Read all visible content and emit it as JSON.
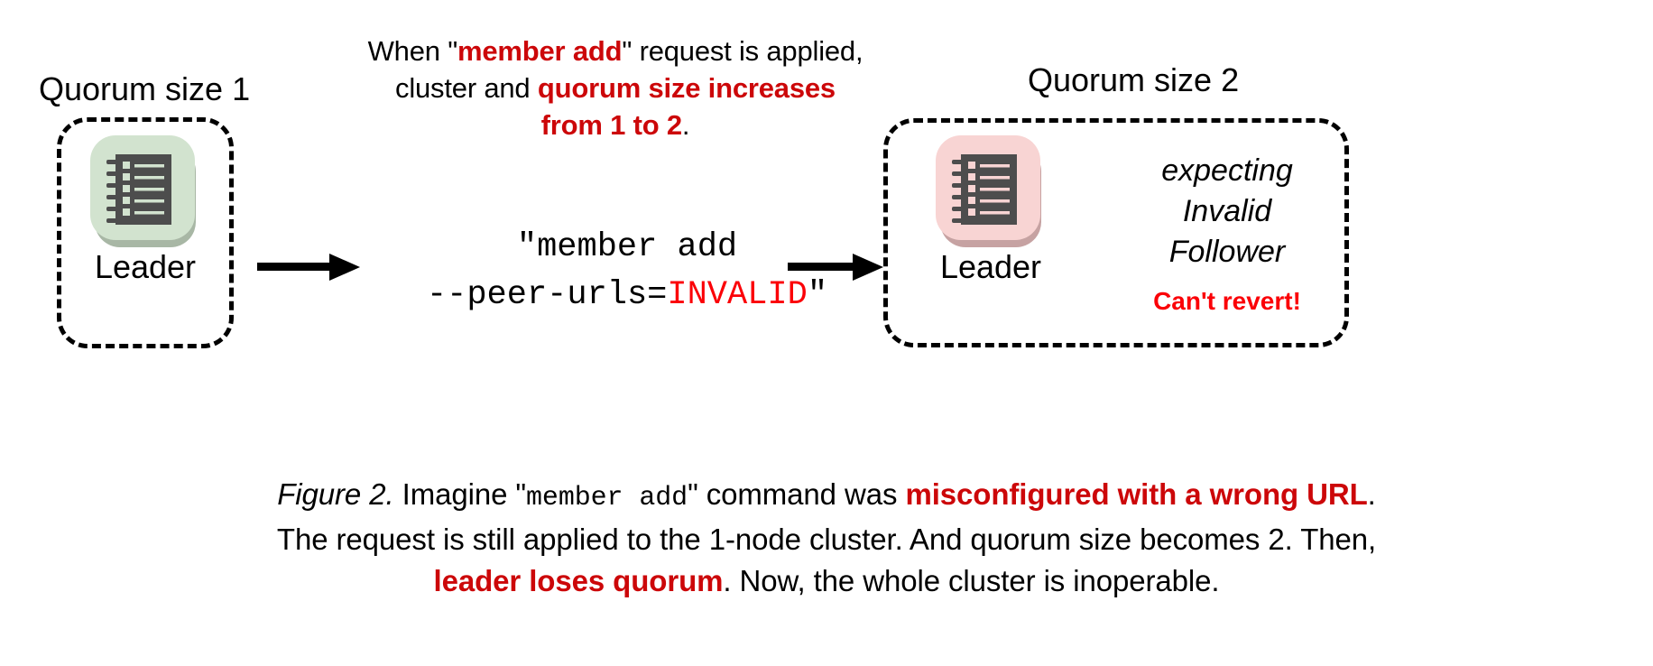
{
  "figure": {
    "top_note": {
      "line1_a": "When \"",
      "line1_b": "member add",
      "line1_c": "\" request is applied,",
      "line2_a": "cluster and ",
      "line2_b": "quorum size increases",
      "line3_a": "from 1 to 2",
      "line3_b": "."
    },
    "clusters": [
      {
        "id": "left",
        "title": "Quorum size 1",
        "node_label": "Leader",
        "icon_name": "ledger-icon",
        "icon_color": "#d2e3cf",
        "icon_shadow_color": "#a8b7a5"
      },
      {
        "id": "right",
        "title": "Quorum size 2",
        "node_label": "Leader",
        "icon_name": "ledger-icon",
        "icon_color": "#f8d4d3",
        "icon_shadow_color": "#c6a2a2",
        "status_lines": [
          "expecting",
          "Invalid",
          "Follower"
        ],
        "status_warning": "Can't revert!"
      }
    ],
    "command": {
      "line1": "\"member add",
      "line2_a": "--peer-urls=",
      "line2_b": "INVALID",
      "line2_c": "\""
    },
    "arrows": {
      "left_arrow_name": "arrow-right-icon",
      "right_arrow_name": "arrow-right-icon"
    },
    "caption": {
      "label": "Figure 2.",
      "seg1": " Imagine \"",
      "seg2_mono": "member add",
      "seg3": "\" command was ",
      "seg4_red": "misconfigured with a wrong URL",
      "seg5": ".",
      "seg6": "The request is still applied to the 1-node cluster. And quorum size becomes 2. Then,",
      "seg7_red": "leader loses quorum",
      "seg8": ". Now, the whole cluster is inoperable."
    },
    "colors": {
      "dark_red": "#cc0709",
      "bright_red": "#fb0007",
      "icon_body": "#4d4d4d",
      "text_black": "#000000",
      "background": "#ffffff"
    }
  }
}
